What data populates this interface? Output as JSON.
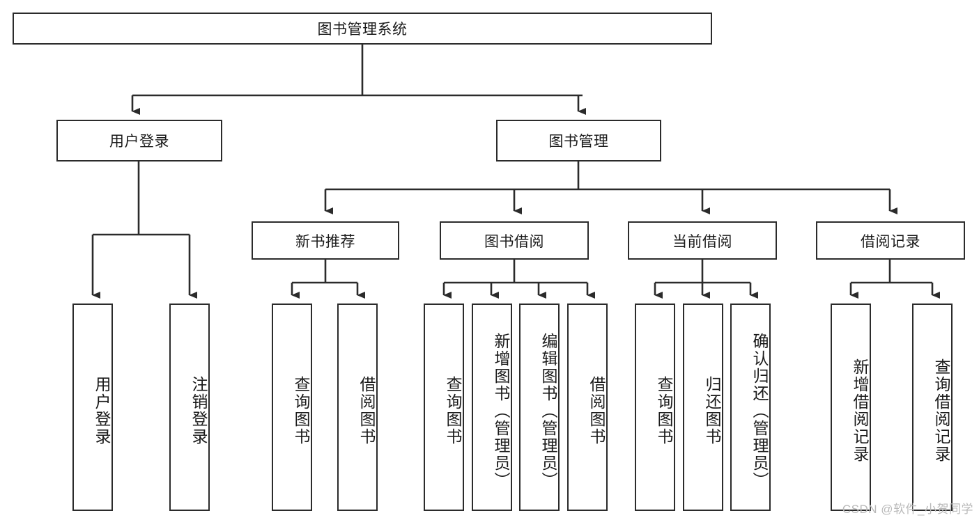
{
  "diagram": {
    "type": "tree-hierarchy",
    "title": "图书管理系统",
    "orientation": "top-down",
    "colors": {
      "stroke": "#2b2b2b",
      "fill": "#ffffff",
      "text": "#1a1a1a",
      "watermark": "#b9b9b9"
    },
    "levels": {
      "root": {
        "label": "图书管理系统"
      },
      "level2": [
        {
          "id": "user-login",
          "label": "用户登录"
        },
        {
          "id": "book-manage",
          "label": "图书管理"
        }
      ],
      "level3": [
        {
          "id": "new-book-recommend",
          "label": "新书推荐",
          "parent": "book-manage"
        },
        {
          "id": "book-borrow",
          "label": "图书借阅",
          "parent": "book-manage"
        },
        {
          "id": "current-borrow",
          "label": "当前借阅",
          "parent": "book-manage"
        },
        {
          "id": "borrow-record",
          "label": "借阅记录",
          "parent": "book-manage"
        }
      ],
      "leaves": [
        {
          "id": "leaf-user-login",
          "label": "用户登录",
          "parent": "user-login"
        },
        {
          "id": "leaf-logout",
          "label": "注销登录",
          "parent": "user-login"
        },
        {
          "id": "leaf-query-book-1",
          "label": "查询图书",
          "parent": "new-book-recommend"
        },
        {
          "id": "leaf-borrow-book-1",
          "label": "借阅图书",
          "parent": "new-book-recommend"
        },
        {
          "id": "leaf-query-book-2",
          "label": "查询图书",
          "parent": "book-borrow"
        },
        {
          "id": "leaf-add-book",
          "label": "新增图书（管理员）",
          "parent": "book-borrow"
        },
        {
          "id": "leaf-edit-book",
          "label": "编辑图书（管理员）",
          "parent": "book-borrow"
        },
        {
          "id": "leaf-borrow-book-2",
          "label": "借阅图书",
          "parent": "book-borrow"
        },
        {
          "id": "leaf-query-book-3",
          "label": "查询图书",
          "parent": "current-borrow"
        },
        {
          "id": "leaf-return-book",
          "label": "归还图书",
          "parent": "current-borrow"
        },
        {
          "id": "leaf-confirm-return",
          "label": "确认归还（管理员）",
          "parent": "current-borrow"
        },
        {
          "id": "leaf-add-record",
          "label": "新增借阅记录",
          "parent": "borrow-record"
        },
        {
          "id": "leaf-query-record",
          "label": "查询借阅记录",
          "parent": "borrow-record"
        }
      ]
    }
  },
  "watermark": {
    "text": "CSDN @软件_小贺同学"
  }
}
